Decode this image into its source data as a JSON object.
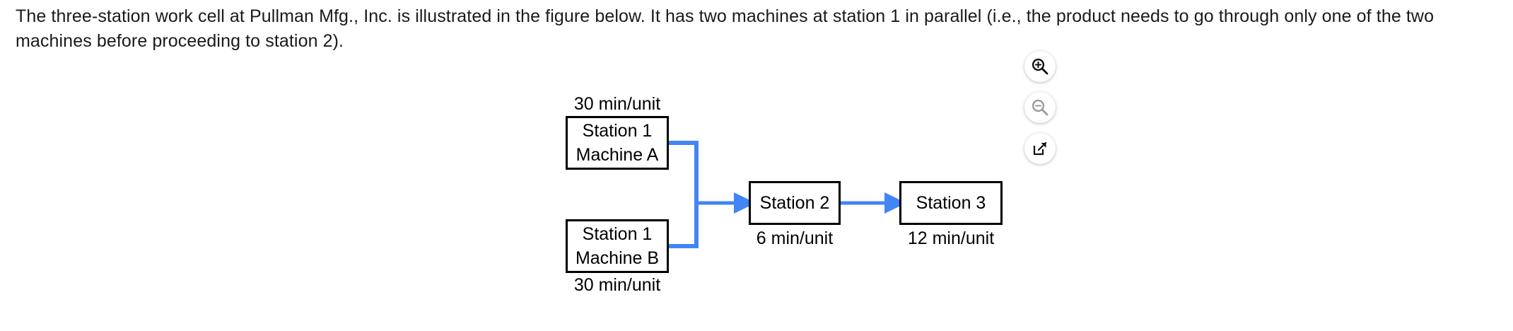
{
  "question": {
    "text": "The three-station work cell at Pullman Mfg., Inc. is illustrated in the figure below. It has two machines at station 1 in parallel (i.e., the product needs to go through only one of the two machines before proceeding to station 2)."
  },
  "figure": {
    "nodes": [
      {
        "id": "station1-machine-a",
        "line1": "Station 1",
        "line2": "Machine A",
        "rate": "30 min/unit",
        "rate_position": "above"
      },
      {
        "id": "station1-machine-b",
        "line1": "Station 1",
        "line2": "Machine B",
        "rate": "30 min/unit",
        "rate_position": "below"
      },
      {
        "id": "station2",
        "line1": "Station 2",
        "line2": "",
        "rate": "6 min/unit",
        "rate_position": "below"
      },
      {
        "id": "station3",
        "line1": "Station 3",
        "line2": "",
        "rate": "12 min/unit",
        "rate_position": "below"
      }
    ],
    "flow": {
      "arrow_color": "#4285F4",
      "box_border_color": "#000000",
      "connections": [
        "station1-machine-a -> merge",
        "station1-machine-b -> merge",
        "merge -> station2",
        "station2 -> station3"
      ]
    }
  },
  "viewer_controls": [
    {
      "id": "zoom-in",
      "icon": "magnifier-plus-icon",
      "enabled": true
    },
    {
      "id": "zoom-out",
      "icon": "magnifier-minus-icon",
      "enabled": false
    },
    {
      "id": "open-full",
      "icon": "external-link-icon",
      "enabled": true
    }
  ],
  "colors": {
    "arrow_blue": "#4285F4",
    "text_black": "#1a1a1a",
    "page_background": "#ffffff"
  }
}
